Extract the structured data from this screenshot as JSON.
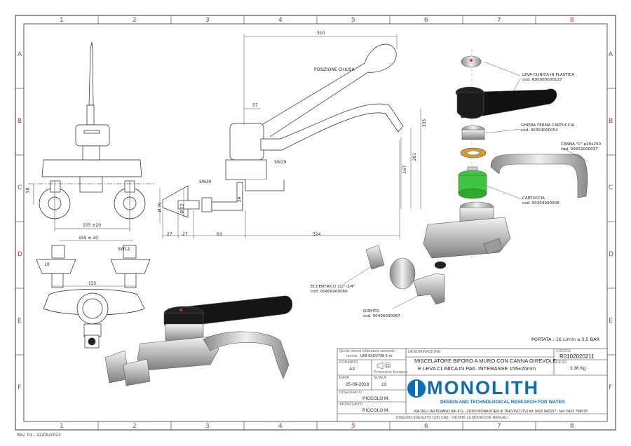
{
  "grid": {
    "columns": [
      "1",
      "2",
      "3",
      "4",
      "5",
      "6",
      "7",
      "8"
    ],
    "rows": [
      "A",
      "B",
      "C",
      "D",
      "E",
      "F"
    ]
  },
  "dimensions": {
    "front_height": "58",
    "front_width": "155 ±20",
    "side_top_width": "310",
    "side_57": "57",
    "side_335": "335",
    "side_281": "281",
    "side_167": "167",
    "side_29": "29",
    "side_phi70": "Ø 70",
    "side_phi12": "Ø 12",
    "bottom_27a": "27",
    "bottom_27b": "27",
    "bottom_63": "63",
    "bottom_324": "324",
    "sw29": "SW29",
    "sw30": "SW30",
    "posizione_chiusa": "POSIZIONE CHIUSA",
    "plan_155_top": "155 ± 20",
    "plan_sw12": "SW12",
    "plan_10": "10",
    "plan_155": "155"
  },
  "callouts": {
    "leva_label": "LEVA CLINICA IN PLASTICA",
    "leva_code": "cod. R00000000137",
    "ghiera_label": "GHIERA FERMA CARTUCCIA",
    "ghiera_code": "cod. 00304000054",
    "canna_label": "CANNA \"C\" ø20x250",
    "canna_code": "cod. 00602000037",
    "cartuccia_label": "CARTUCCIA",
    "cartuccia_code": "cod. 00304000008",
    "eccentrico_label": "ECCENTRICO 1/2\"-3/4\"",
    "eccentrico_code": "cod. 00406000066",
    "gomito_label": "GOMITO",
    "gomito_code": "cod. 00406000087"
  },
  "portata": "PORTATA : 16 L/min a 3,5 BAR",
  "title_block": {
    "quote_label": "Quote senza tolleranza secondo",
    "norma_label": "norma",
    "norma_value": "UNI-EN22768-1-m",
    "formato_label": "FORMATO",
    "formato_value": "A3",
    "proiezione_label": "Proiezione Europea",
    "data_label": "DATA",
    "data_value": "25-09-2018",
    "scala_label": "SCALA",
    "scala_value": "13",
    "disegnato_label": "DISEGNATO",
    "disegnato_value": "PICCOLO M.",
    "approvato_label": "APPROVATO",
    "approvato_value": "PICCOLO M.",
    "denominazione_label": "DENOMINAZIONE",
    "denominazione_line1": "MISCELATORE BIFORO A MURO CON CANNA GIREVOLE",
    "denominazione_line2": "E LEVA CLINICA IN PA6. INTERASSE 155±20mm",
    "codice_label": "CODICE",
    "codice_value": "R0102020211",
    "peso_label": "PESO",
    "peso_value": "3,36 Kg",
    "brand": "MONOLITH",
    "brand_tagline": "DESIGN AND TECHNOLOGICAL RESEARCH FOR WATER",
    "address": "VIA DELL'ARTIGIANO 8/F-8 G , 31050 MONASTIER di TREVISO (TV) tel: 0422 842157 - fax: 0422 708978",
    "disclaimer": "DISEGNO ESEGUITO CON CAD - VIETATE LE MODIFICHE MANUALI"
  },
  "revision": "Rev. 01 - 22/05/2023",
  "colors": {
    "frame": "#333333",
    "grid_text": "#c0392b",
    "brand_blue": "#0a6fb5",
    "cartridge_green": "#3fc63f",
    "washer_orange": "#d99a2b",
    "handle_black": "#111111"
  }
}
